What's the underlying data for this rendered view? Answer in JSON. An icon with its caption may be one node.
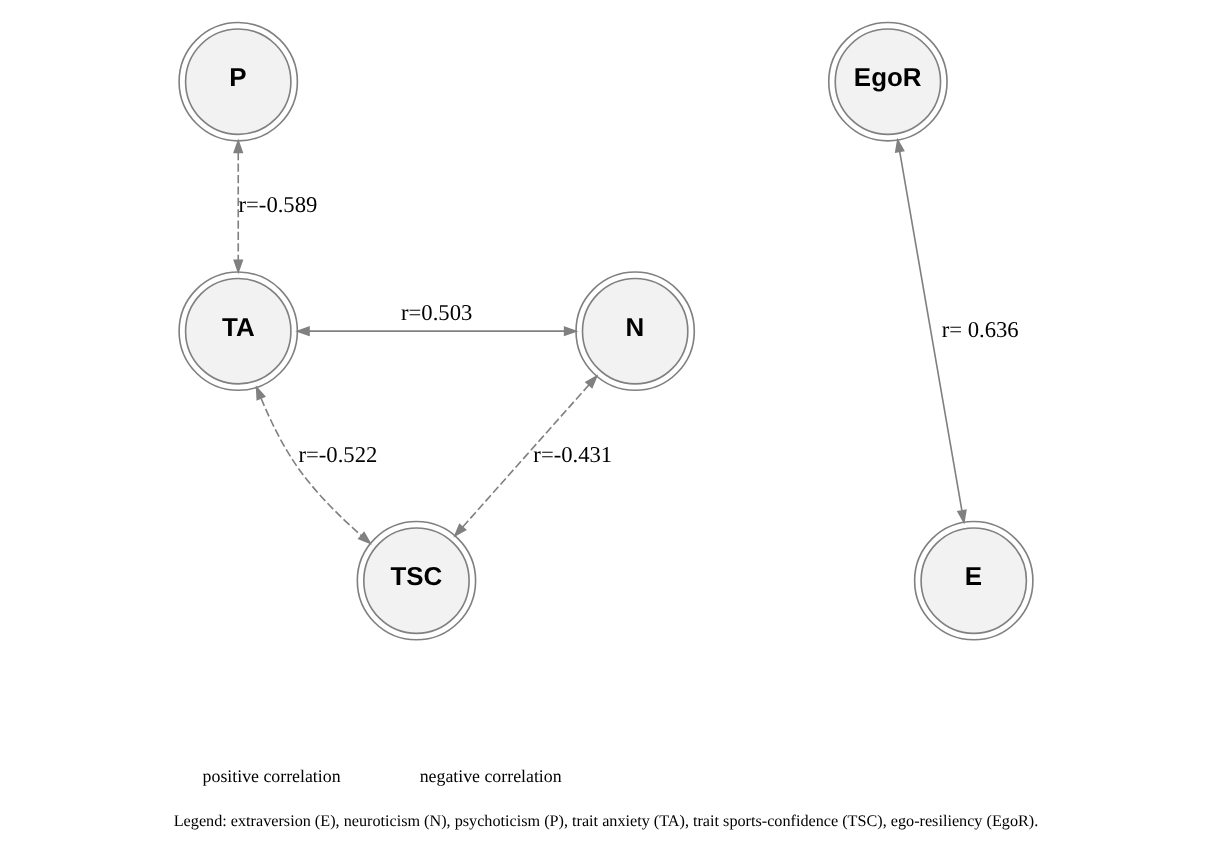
{
  "diagram": {
    "caption": "Legend: extraversion (E), neuroticism (N), psychoticism (P), trait anxiety (TA), trait sports-confidence (TSC), ego-resiliency (EgoR).",
    "nodes": [
      {
        "text": [
          "P"
        ]
      },
      {
        "text": [
          "TA"
        ]
      },
      {
        "text": [
          "N"
        ]
      },
      {
        "text": [
          "TSC"
        ]
      },
      {
        "text": [
          "EgoR"
        ]
      },
      {
        "text": [
          "E"
        ]
      }
    ],
    "edges": [
      {
        "from": 0,
        "to": 1,
        "arrow": "both",
        "style": "dashed",
        "label": "r=-0.589"
      },
      {
        "from": 1,
        "to": 2,
        "arrow": "both",
        "label": "r=0.503"
      },
      {
        "from": 1,
        "to": 3,
        "arrow": "both",
        "style": "dashed",
        "label": "r=-0.522"
      },
      {
        "from": 2,
        "to": 3,
        "arrow": "both",
        "style": "dashed",
        "label": "r=-0.431"
      },
      {
        "from": 4,
        "to": 5,
        "arrow": "both",
        "label": "r= 0.636"
      }
    ],
    "legend": [
      {
        "text": "positive correlation"
      },
      {
        "text": "negative correlation"
      }
    ]
  }
}
